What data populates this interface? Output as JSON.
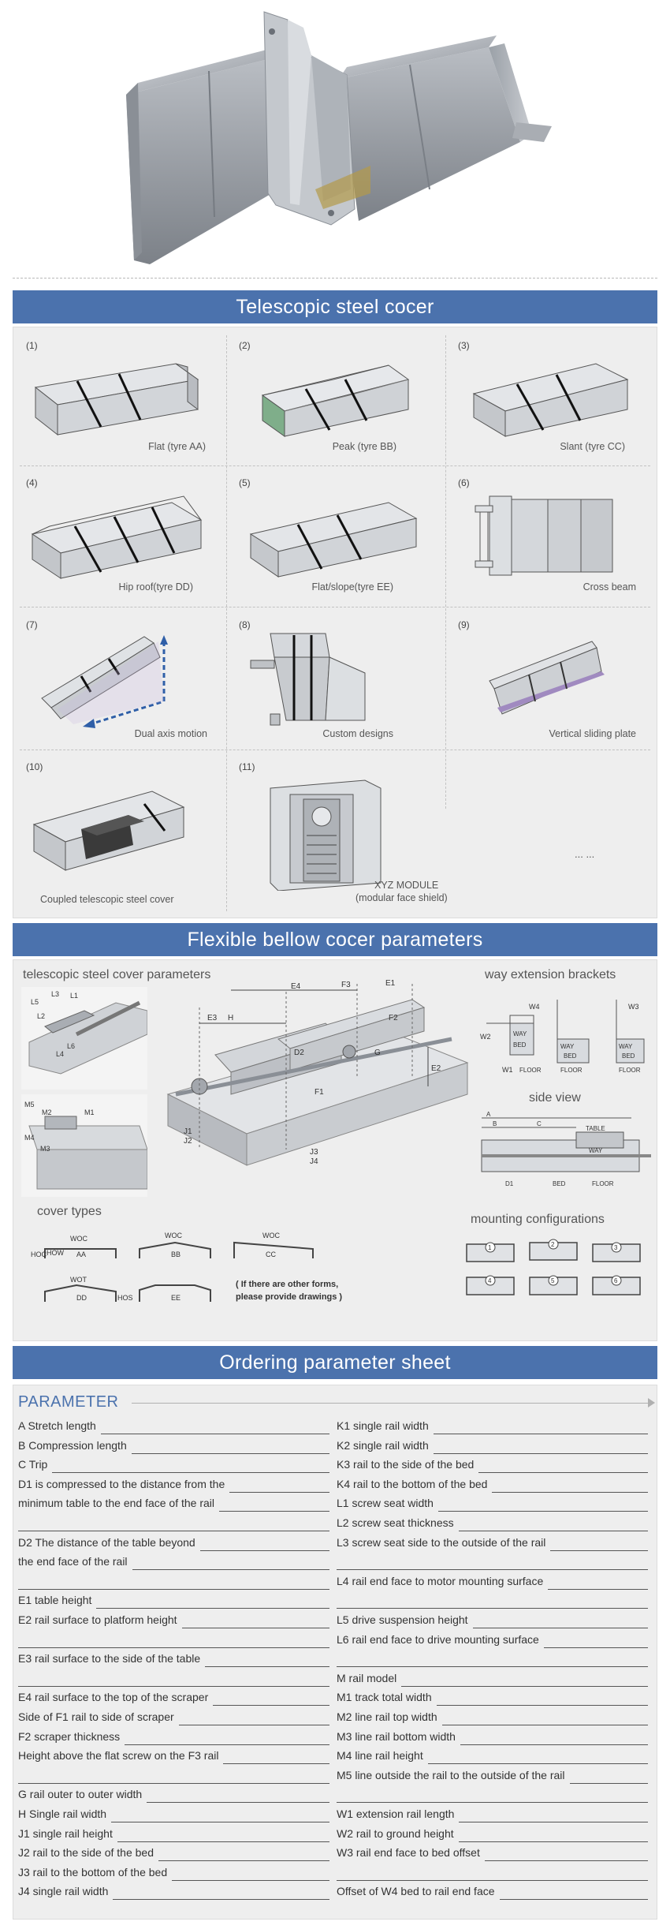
{
  "sections": {
    "telescopic_title": "Telescopic steel cocer",
    "flexible_title": "Flexible bellow cocer parameters",
    "ordering_title": "Ordering parameter sheet"
  },
  "types": [
    {
      "num": "(1)",
      "caption": "Flat (tyre AA)"
    },
    {
      "num": "(2)",
      "caption": "Peak (tyre BB)"
    },
    {
      "num": "(3)",
      "caption": "Slant (tyre CC)"
    },
    {
      "num": "(4)",
      "caption": "Hip roof(tyre DD)"
    },
    {
      "num": "(5)",
      "caption": "Flat/slope(tyre EE)"
    },
    {
      "num": "(6)",
      "caption": "Cross beam"
    },
    {
      "num": "(7)",
      "caption": "Dual axis motion"
    },
    {
      "num": "(8)",
      "caption": "Custom designs"
    },
    {
      "num": "(9)",
      "caption": "Vertical sliding plate"
    },
    {
      "num": "(10)",
      "caption": "Coupled telescopic steel cover"
    },
    {
      "num": "(11)",
      "caption": "XYZ MODULE",
      "caption2": "(modular face shield)"
    }
  ],
  "more": "... ...",
  "params": {
    "telescopic_params": "telescopic steel cover parameters",
    "way_brackets": "way extension brackets",
    "side_view": "side view",
    "cover_types": "cover types",
    "mounting": "mounting configurations",
    "other_forms_1": "( If there are other forms,",
    "other_forms_2": "please provide drawings )",
    "dims": {
      "l1": "L1",
      "l2": "L2",
      "l3": "L3",
      "l4": "L4",
      "l5": "L5",
      "l6": "L6",
      "m1": "M1",
      "m2": "M2",
      "m3": "M3",
      "m4": "M4",
      "m5": "M5",
      "e1": "E1",
      "e2": "E2",
      "e3": "E3",
      "e4": "E4",
      "f1": "F1",
      "f2": "F2",
      "f3": "F3",
      "g": "G",
      "h": "H",
      "j1": "J1",
      "j2": "J2",
      "j3": "J3",
      "j4": "J4",
      "w1": "W1",
      "w2": "W2",
      "w3": "W3",
      "w4": "W4",
      "way": "WAY",
      "bed": "BED",
      "floor": "FLOOR",
      "table": "TABLE",
      "a": "A",
      "b": "B",
      "c": "C",
      "d1": "D1",
      "d2": "D2"
    },
    "cover_labels": {
      "woc": "WOC",
      "hoc": "HOC",
      "how": "HOW",
      "wot": "WOT",
      "hos": "HOS",
      "aa": "AA",
      "bb": "BB",
      "cc": "CC",
      "dd": "DD",
      "ee": "EE"
    },
    "mount_nums": [
      "1",
      "2",
      "3",
      "4",
      "5",
      "6"
    ]
  },
  "sheet": {
    "header": "PARAMETER",
    "left": [
      "A Stretch length",
      "B Compression length",
      "C Trip",
      "D1 is compressed to the distance from the",
      "minimum table to the end face of the rail",
      "",
      "D2 The distance of the table beyond",
      "the end face of the rail",
      "",
      "E1 table height",
      "E2 rail surface to platform height",
      "",
      "E3 rail surface to the side of the table",
      "",
      "E4 rail surface to the top of the scraper",
      "Side of F1 rail to side of scraper",
      "F2 scraper thickness",
      "Height above the flat screw on the F3 rail",
      "",
      "G rail outer to outer width",
      "H Single rail width",
      "J1 single rail height",
      "J2 rail to the side of the bed",
      "J3 rail to the bottom of the bed",
      "J4 single rail width"
    ],
    "right": [
      "K1 single rail width",
      "K2 single rail width",
      "K3 rail to the side of the bed",
      "K4 rail to the bottom of the bed",
      "L1 screw seat width",
      "L2 screw seat thickness",
      "L3 screw seat side to the outside of the rail",
      "",
      "L4 rail end face to motor mounting surface",
      "",
      "L5 drive suspension height",
      "L6 rail end face to drive mounting surface",
      "",
      "M rail model",
      "M1 track total width",
      "M2 line rail top width",
      "M3 line rail bottom width",
      "M4 line rail height",
      "M5 line outside the rail to the outside of the rail",
      "",
      "W1 extension rail length",
      "W2 rail to ground height",
      "W3 rail end face to bed offset",
      "",
      "Offset of W4 bed to rail end face"
    ]
  },
  "colors": {
    "accent": "#4b72ad",
    "panel": "#eeeeee",
    "steel": "#b8bcc2",
    "blue_arrow": "#2f5fa8"
  }
}
